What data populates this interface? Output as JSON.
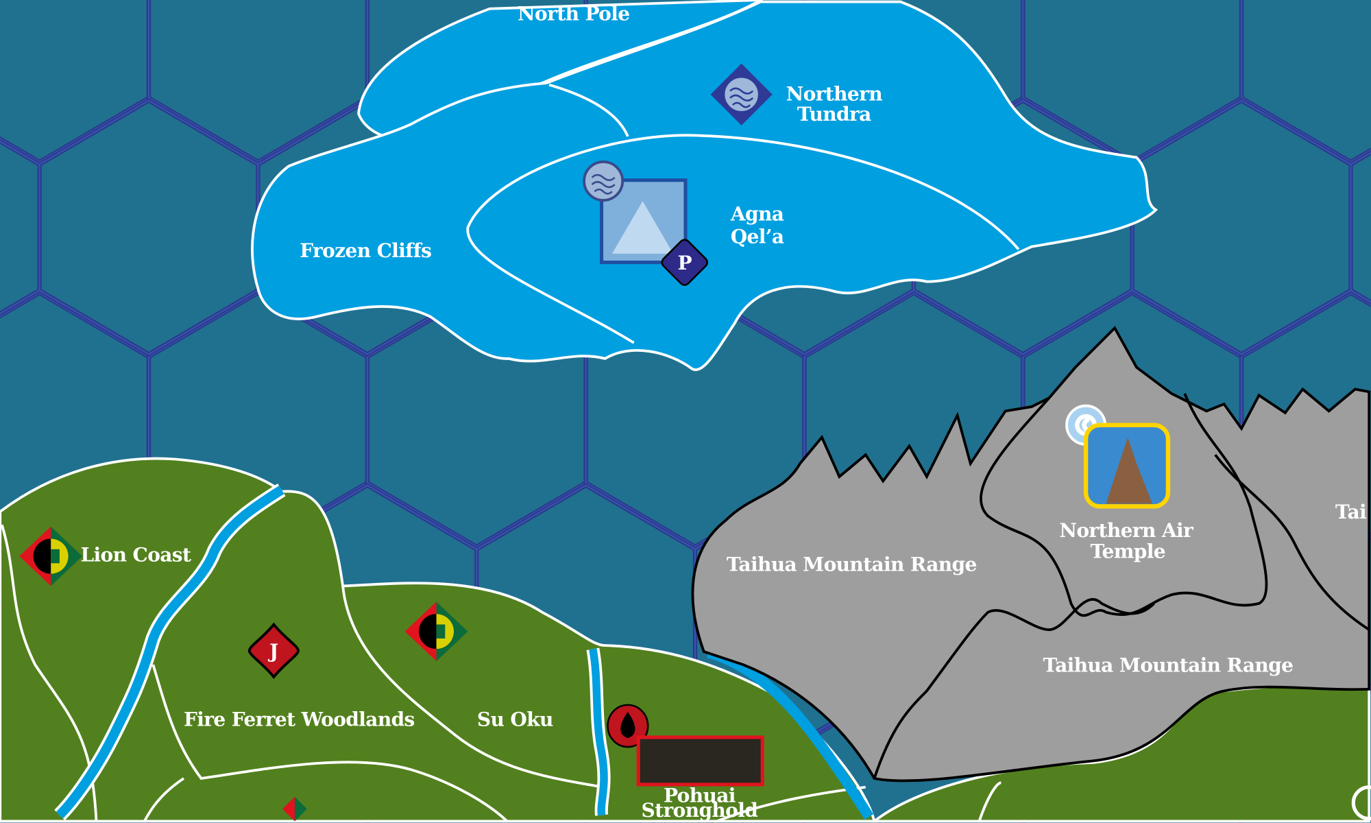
{
  "map": {
    "colors": {
      "ocean": "#20718f",
      "ice": "#009fe0",
      "land": "#52801e",
      "mountain": "#9e9e9e",
      "grid": "#2b3a8e",
      "fire": "#c0141e",
      "water_badge": "#2e2a8a"
    },
    "regions": {
      "north_pole": "North Pole",
      "northern_tundra_1": "Northern",
      "northern_tundra_2": "Tundra",
      "frozen_cliffs": "Frozen Cliffs",
      "agna_qela_1": "Agna",
      "agna_qela_2": "Qel’a",
      "lion_coast": "Lion Coast",
      "taihua_1": "Taihua Mountain Range",
      "taihua_2": "Taihua Mountain Range",
      "taihua_partial": "Tai",
      "northern_air_temple_1": "Northern Air",
      "northern_air_temple_2": "Temple",
      "fire_ferret_woodlands": "Fire Ferret Woodlands",
      "su_oku": "Su Oku",
      "pohuai_1": "Pohuai",
      "pohuai_2": "Stronghold"
    },
    "badges": {
      "p_marker": "P",
      "j_marker": "J"
    },
    "icons": [
      "water-tribe-icon",
      "air-nomad-icon",
      "fire-nation-icon",
      "earth-fire-contested-icon"
    ]
  }
}
